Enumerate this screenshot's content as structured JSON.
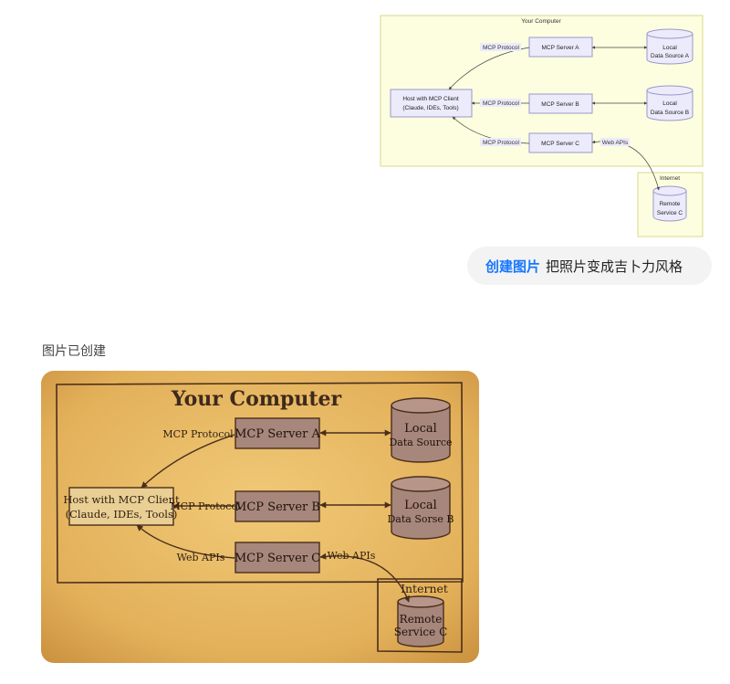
{
  "upload": {
    "your_computer": "Your Computer",
    "host_line1": "Host with MCP Client",
    "host_line2": "(Claude, IDEs, Tools)",
    "protocol_a": "MCP Protocol",
    "protocol_b": "MCP Protocol",
    "protocol_c": "MCP Protocol",
    "server_a": "MCP Server A",
    "server_b": "MCP Server B",
    "server_c": "MCP Server C",
    "ds_a_line1": "Local",
    "ds_a_line2": "Data Source A",
    "ds_b_line1": "Local",
    "ds_b_line2": "Data Source B",
    "web_apis": "Web APIs",
    "internet": "Internet",
    "remote_line1": "Remote",
    "remote_line2": "Service C"
  },
  "message": {
    "keyword": "创建图片",
    "text": "把照片变成吉卜力风格"
  },
  "response": {
    "status": "图片已创建"
  },
  "generated": {
    "your_computer": "Your Computer",
    "host_line1": "Host with MCP Client",
    "host_line2": "(Claude, IDEs, Tools)",
    "protocol_a": "MCP Protocol",
    "protocol_b": "MCP Protocol",
    "web_apis_left": "Web APIs",
    "web_apis_right": "Web APIs",
    "server_a": "MCP Server A",
    "server_b": "MCP Server B",
    "server_c": "MCP Server C",
    "ds_a_line1": "Local",
    "ds_a_line2": "Data Source",
    "ds_b_line1": "Local",
    "ds_b_line2": "Data Sorse B",
    "internet": "Internet",
    "remote_line1": "Remote",
    "remote_line2": "Service C"
  },
  "colors": {
    "upload_bg": "#fdfde0",
    "upload_border": "#d9d98a",
    "node_fill": "#ecebfb",
    "node_stroke": "#9c97c9",
    "accent": "#1677ff",
    "parchment": "#e7b965",
    "box_fill": "#a7867b"
  }
}
